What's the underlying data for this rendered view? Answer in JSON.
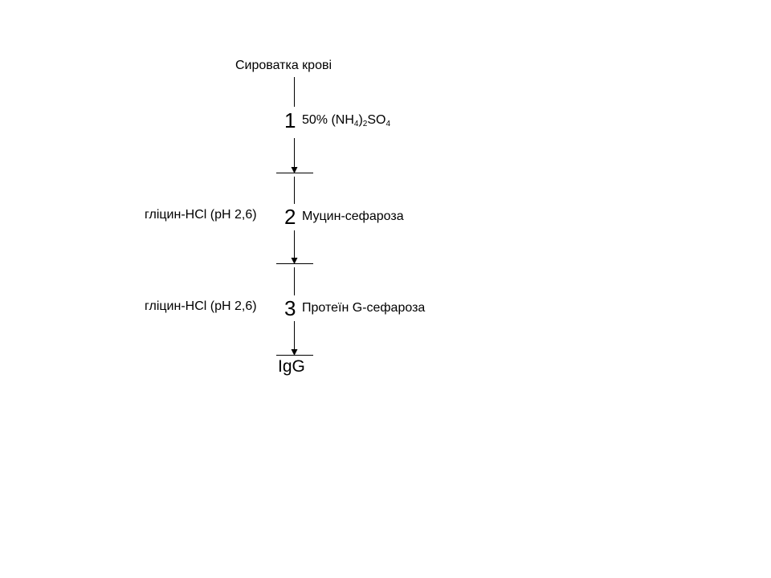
{
  "diagram": {
    "source": "Сироватка крові",
    "steps": [
      {
        "number": "1",
        "label": ""
      },
      {
        "number": "2",
        "label": "Муцин-сефароза",
        "eluent": "гліцин-HCl (pH 2,6)"
      },
      {
        "number": "3",
        "label": "Протеїн G-сефароза",
        "eluent": "гліцин-HCl (pH 2,6)"
      }
    ],
    "reagent": {
      "prefix": "50% (NH",
      "sub1": "4",
      "mid": ")",
      "sub2": "2",
      "suffix": "SO",
      "sub3": "4"
    },
    "product": "IgG"
  }
}
